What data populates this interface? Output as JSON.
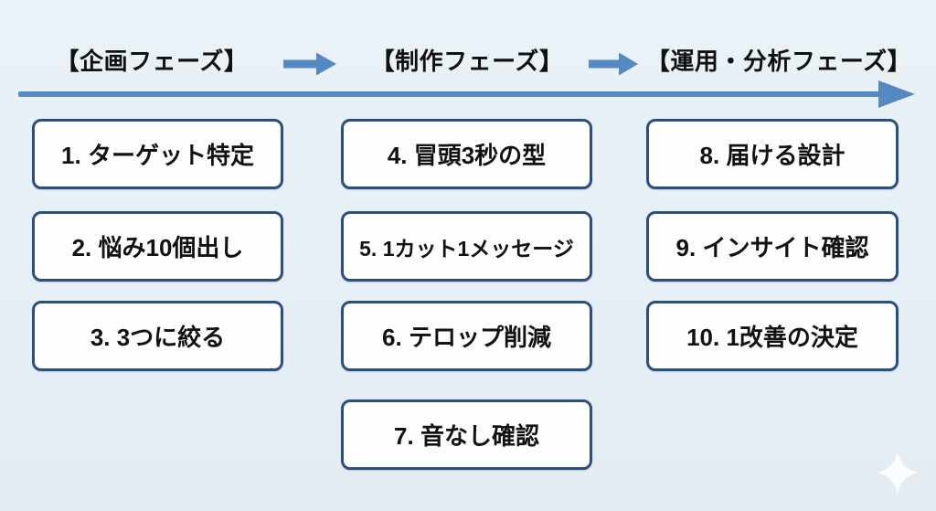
{
  "diagram": {
    "title_row": {
      "phase1_label": "【企画フェーズ】",
      "phase2_label": "【制作フェーズ】",
      "phase3_label": "【運用・分析フェーズ】"
    },
    "phases": [
      {
        "label": "【企画フェーズ】",
        "steps": [
          "1. ターゲット特定",
          "2. 悩み10個出し",
          "3. 3つに絞る"
        ]
      },
      {
        "label": "【制作フェーズ】",
        "steps": [
          "4. 冒頭3秒の型",
          "5. 1カット1メッセージ",
          "6. テロップ削減",
          "7. 音なし確認"
        ]
      },
      {
        "label": "【運用・分析フェーズ】",
        "steps": [
          "8. 届ける設計",
          "9. インサイト確認",
          "10. 1改善の決定"
        ]
      }
    ]
  },
  "icons": {
    "phase_arrow": "right-arrow-icon",
    "timeline": "long-right-arrow-icon",
    "decoration": "sparkle-icon"
  },
  "colors": {
    "background": "#e7eff5",
    "box_border": "#2e4e7e",
    "box_fill": "#fdfdfd",
    "text": "#121212",
    "arrow_blue": "#5589c4",
    "sparkle": "#ffffff"
  }
}
